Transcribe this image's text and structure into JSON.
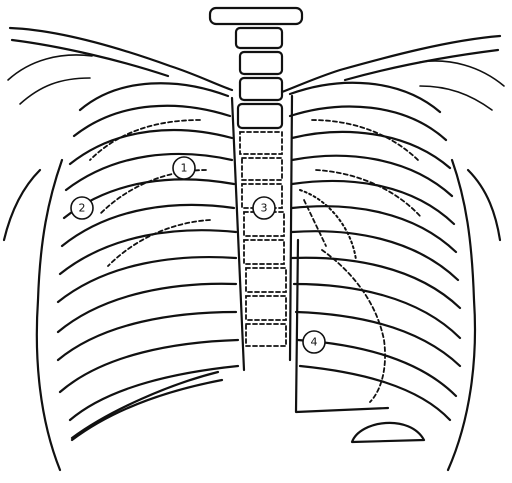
{
  "markers": [
    {
      "id": "marker-1",
      "label": "1"
    },
    {
      "id": "marker-2",
      "label": "2"
    },
    {
      "id": "marker-3",
      "label": "3"
    },
    {
      "id": "marker-4",
      "label": "4"
    }
  ]
}
